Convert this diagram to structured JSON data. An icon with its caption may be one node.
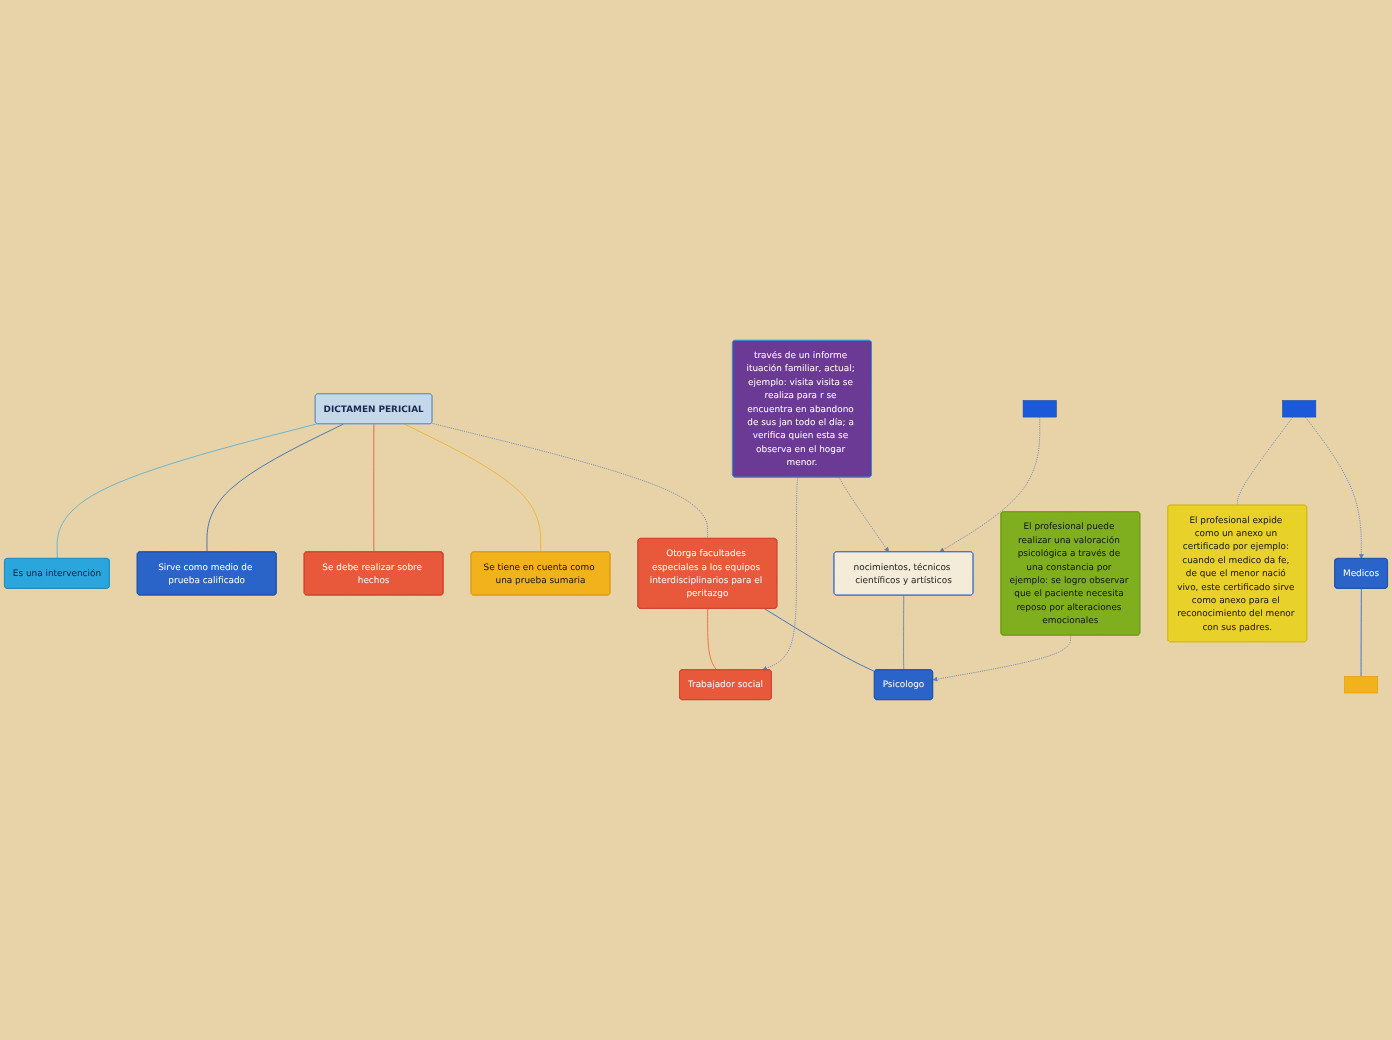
{
  "diagram": {
    "nodes": [
      {
        "text": [
          "DICTAMEN PERICIAL"
        ]
      },
      {
        "text": [
          "Es una intervención"
        ]
      },
      {
        "text": [
          "Sirve como medio de prueba calificado"
        ]
      },
      {
        "text": [
          "Se debe realizar sobre hechos"
        ]
      },
      {
        "text": [
          "Se tiene en cuenta como una prueba sumaria"
        ]
      },
      {
        "text": [
          "Otorga facultades especiales a los equipos interdisciplinarios para el peritazgo"
        ]
      },
      {
        "text": [
          "Trabajador social"
        ]
      },
      {
        "text": [
          "Psicologo"
        ]
      },
      {
        "text": [
          "Medicos"
        ]
      },
      {
        "text": [
          "través de un informe ituación familiar, actual; ejemplo: visita visita se realiza para r se encuentra en abandono de sus jan todo el día; a verifica quien esta se observa en el hogar menor."
        ]
      },
      {
        "text": [
          "nocimientos, técnicos científicos y artísticos"
        ]
      },
      {
        "text": [
          "El profesional puede realizar una valoración psicológica a través de una constancia por ejemplo: se logro observar que el paciente necesita reposo por alteraciones emocionales"
        ]
      },
      {
        "text": [
          "El profesional expide como un anexo un certificado por ejemplo: cuando el medico da fe, de que el menor nació vivo, este certificado sirve como anexo para el reconocimiento del menor con sus padres."
        ]
      },
      {
        "text": [],
        "shape": "box"
      },
      {
        "text": [],
        "shape": "box"
      },
      {
        "text": [],
        "shape": "box"
      }
    ],
    "edges": [
      {
        "from": 0,
        "to": 1,
        "arrow": "none",
        "color": "#4fb0d8"
      },
      {
        "from": 0,
        "to": 2,
        "arrow": "none",
        "color": "#2a64b8"
      },
      {
        "from": 0,
        "to": 3,
        "arrow": "none",
        "color": "#e0553a"
      },
      {
        "from": 0,
        "to": 4,
        "arrow": "none",
        "color": "#f0b020"
      },
      {
        "from": 0,
        "to": 5,
        "arrow": "none",
        "style": "dashed",
        "color": "#5b7fb5"
      },
      {
        "from": 5,
        "to": 6,
        "arrow": "none",
        "color": "#e8643c"
      },
      {
        "from": 5,
        "to": 7,
        "arrow": "none",
        "color": "#2a64b8"
      },
      {
        "from": 9,
        "to": 6,
        "arrow": "to",
        "style": "dashed",
        "color": "#5b7fb5"
      },
      {
        "from": 9,
        "to": 10,
        "arrow": "to",
        "style": "dashed",
        "color": "#5b7fb5"
      },
      {
        "from": 10,
        "to": 7,
        "arrow": "none",
        "color": "#5b7fb5"
      },
      {
        "from": 11,
        "to": 7,
        "arrow": "to",
        "style": "dashed",
        "color": "#5b7fb5"
      },
      {
        "from": 13,
        "to": 8,
        "arrow": "to",
        "style": "dashed",
        "color": "#5b7fb5"
      },
      {
        "from": 13,
        "to": 12,
        "arrow": "none",
        "style": "dashed",
        "color": "#5b7fb5"
      },
      {
        "from": 8,
        "to": 15,
        "arrow": "none",
        "color": "#2a64b8"
      },
      {
        "from": 14,
        "to": 10,
        "arrow": "to",
        "style": "dashed",
        "color": "#5b7fb5"
      }
    ]
  }
}
